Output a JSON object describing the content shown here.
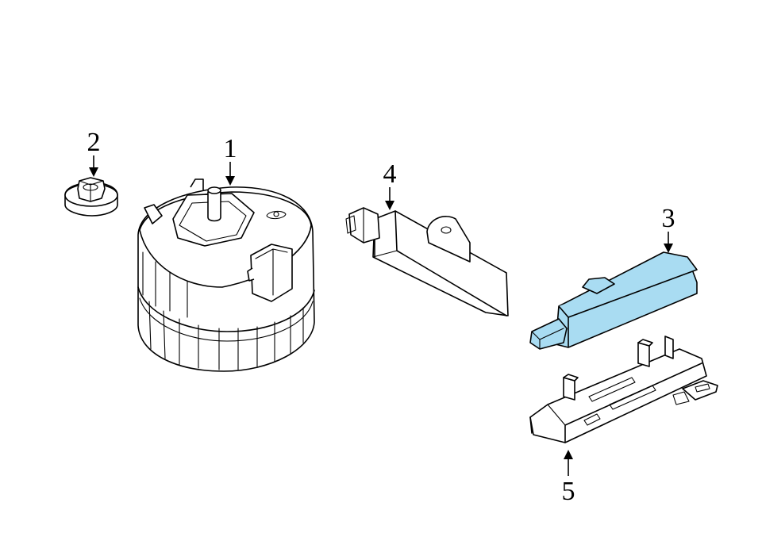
{
  "callouts": {
    "part_1": "1",
    "part_2": "2",
    "part_3": "3",
    "part_4": "4",
    "part_5": "5"
  },
  "colors": {
    "highlight": "#a9dcf2",
    "line": "#000000",
    "background": "#ffffff"
  },
  "highlighted_part": "3"
}
